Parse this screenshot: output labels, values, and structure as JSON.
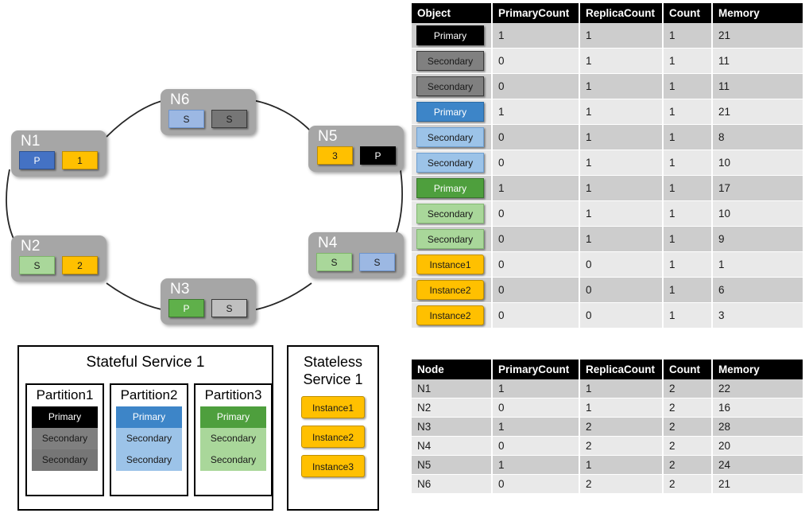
{
  "ring": {
    "nodes": [
      {
        "id": "N1",
        "slots": [
          {
            "label": "P",
            "color": "blue"
          },
          {
            "label": "1",
            "color": "amber"
          }
        ]
      },
      {
        "id": "N2",
        "slots": [
          {
            "label": "S",
            "color": "lightgreen"
          },
          {
            "label": "2",
            "color": "amber"
          }
        ]
      },
      {
        "id": "N3",
        "slots": [
          {
            "label": "P",
            "color": "green"
          },
          {
            "label": "S",
            "color": "lightgray"
          }
        ]
      },
      {
        "id": "N4",
        "slots": [
          {
            "label": "S",
            "color": "lightgreen"
          },
          {
            "label": "S",
            "color": "lightblue"
          }
        ]
      },
      {
        "id": "N5",
        "slots": [
          {
            "label": "3",
            "color": "amber"
          },
          {
            "label": "P",
            "color": "black"
          }
        ]
      },
      {
        "id": "N6",
        "slots": [
          {
            "label": "S",
            "color": "lightblue"
          },
          {
            "label": "S",
            "color": "darkgray"
          }
        ]
      }
    ]
  },
  "stateful_service": {
    "title": "Stateful Service 1",
    "partitions": [
      {
        "title": "Partition1",
        "replicas": [
          {
            "label": "Primary",
            "style": "p-black"
          },
          {
            "label": "Secondary",
            "style": "s-gray1"
          },
          {
            "label": "Secondary",
            "style": "s-gray2"
          }
        ]
      },
      {
        "title": "Partition2",
        "replicas": [
          {
            "label": "Primary",
            "style": "p-blue"
          },
          {
            "label": "Secondary",
            "style": "s-blue"
          },
          {
            "label": "Secondary",
            "style": "s-blue"
          }
        ]
      },
      {
        "title": "Partition3",
        "replicas": [
          {
            "label": "Primary",
            "style": "p-green"
          },
          {
            "label": "Secondary",
            "style": "s-green"
          },
          {
            "label": "Secondary",
            "style": "s-green"
          }
        ]
      }
    ]
  },
  "stateless_service": {
    "title": "Stateless Service 1",
    "instances": [
      {
        "label": "Instance1"
      },
      {
        "label": "Instance2"
      },
      {
        "label": "Instance3"
      }
    ]
  },
  "object_table": {
    "columns": [
      "Object",
      "PrimaryCount",
      "ReplicaCount",
      "Count",
      "Memory"
    ],
    "rows": [
      {
        "object": "Primary",
        "chip": "c-black",
        "primaryCount": "1",
        "replicaCount": "1",
        "count": "1",
        "memory": "21"
      },
      {
        "object": "Secondary",
        "chip": "c-gray",
        "primaryCount": "0",
        "replicaCount": "1",
        "count": "1",
        "memory": "11"
      },
      {
        "object": "Secondary",
        "chip": "c-gray",
        "primaryCount": "0",
        "replicaCount": "1",
        "count": "1",
        "memory": "11"
      },
      {
        "object": "Primary",
        "chip": "c-blue",
        "primaryCount": "1",
        "replicaCount": "1",
        "count": "1",
        "memory": "21"
      },
      {
        "object": "Secondary",
        "chip": "c-lightblue",
        "primaryCount": "0",
        "replicaCount": "1",
        "count": "1",
        "memory": "8"
      },
      {
        "object": "Secondary",
        "chip": "c-lightblue",
        "primaryCount": "0",
        "replicaCount": "1",
        "count": "1",
        "memory": "10"
      },
      {
        "object": "Primary",
        "chip": "c-green",
        "primaryCount": "1",
        "replicaCount": "1",
        "count": "1",
        "memory": "17"
      },
      {
        "object": "Secondary",
        "chip": "c-lightgreen",
        "primaryCount": "0",
        "replicaCount": "1",
        "count": "1",
        "memory": "10"
      },
      {
        "object": "Secondary",
        "chip": "c-lightgreen",
        "primaryCount": "0",
        "replicaCount": "1",
        "count": "1",
        "memory": "9"
      },
      {
        "object": "Instance1",
        "chip": "c-amber",
        "primaryCount": "0",
        "replicaCount": "0",
        "count": "1",
        "memory": "1"
      },
      {
        "object": "Instance2",
        "chip": "c-amber",
        "primaryCount": "0",
        "replicaCount": "0",
        "count": "1",
        "memory": "6"
      },
      {
        "object": "Instance2",
        "chip": "c-amber",
        "primaryCount": "0",
        "replicaCount": "0",
        "count": "1",
        "memory": "3"
      }
    ]
  },
  "node_table": {
    "columns": [
      "Node",
      "PrimaryCount",
      "ReplicaCount",
      "Count",
      "Memory"
    ],
    "rows": [
      {
        "node": "N1",
        "primaryCount": "1",
        "replicaCount": "1",
        "count": "2",
        "memory": "22"
      },
      {
        "node": "N2",
        "primaryCount": "0",
        "replicaCount": "1",
        "count": "2",
        "memory": "16"
      },
      {
        "node": "N3",
        "primaryCount": "1",
        "replicaCount": "2",
        "count": "2",
        "memory": "28"
      },
      {
        "node": "N4",
        "primaryCount": "0",
        "replicaCount": "2",
        "count": "2",
        "memory": "20"
      },
      {
        "node": "N5",
        "primaryCount": "1",
        "replicaCount": "1",
        "count": "2",
        "memory": "24"
      },
      {
        "node": "N6",
        "primaryCount": "0",
        "replicaCount": "2",
        "count": "2",
        "memory": "21"
      }
    ]
  },
  "colors": {
    "node_box": "#a6a6a6",
    "primary_black": "#000000",
    "primary_blue": "#3d85c8",
    "primary_green": "#4e9f3d",
    "instance_amber": "#ffc000",
    "header_bg": "#000000",
    "row_odd": "#cdcdcd",
    "row_even": "#e9e9e9"
  }
}
